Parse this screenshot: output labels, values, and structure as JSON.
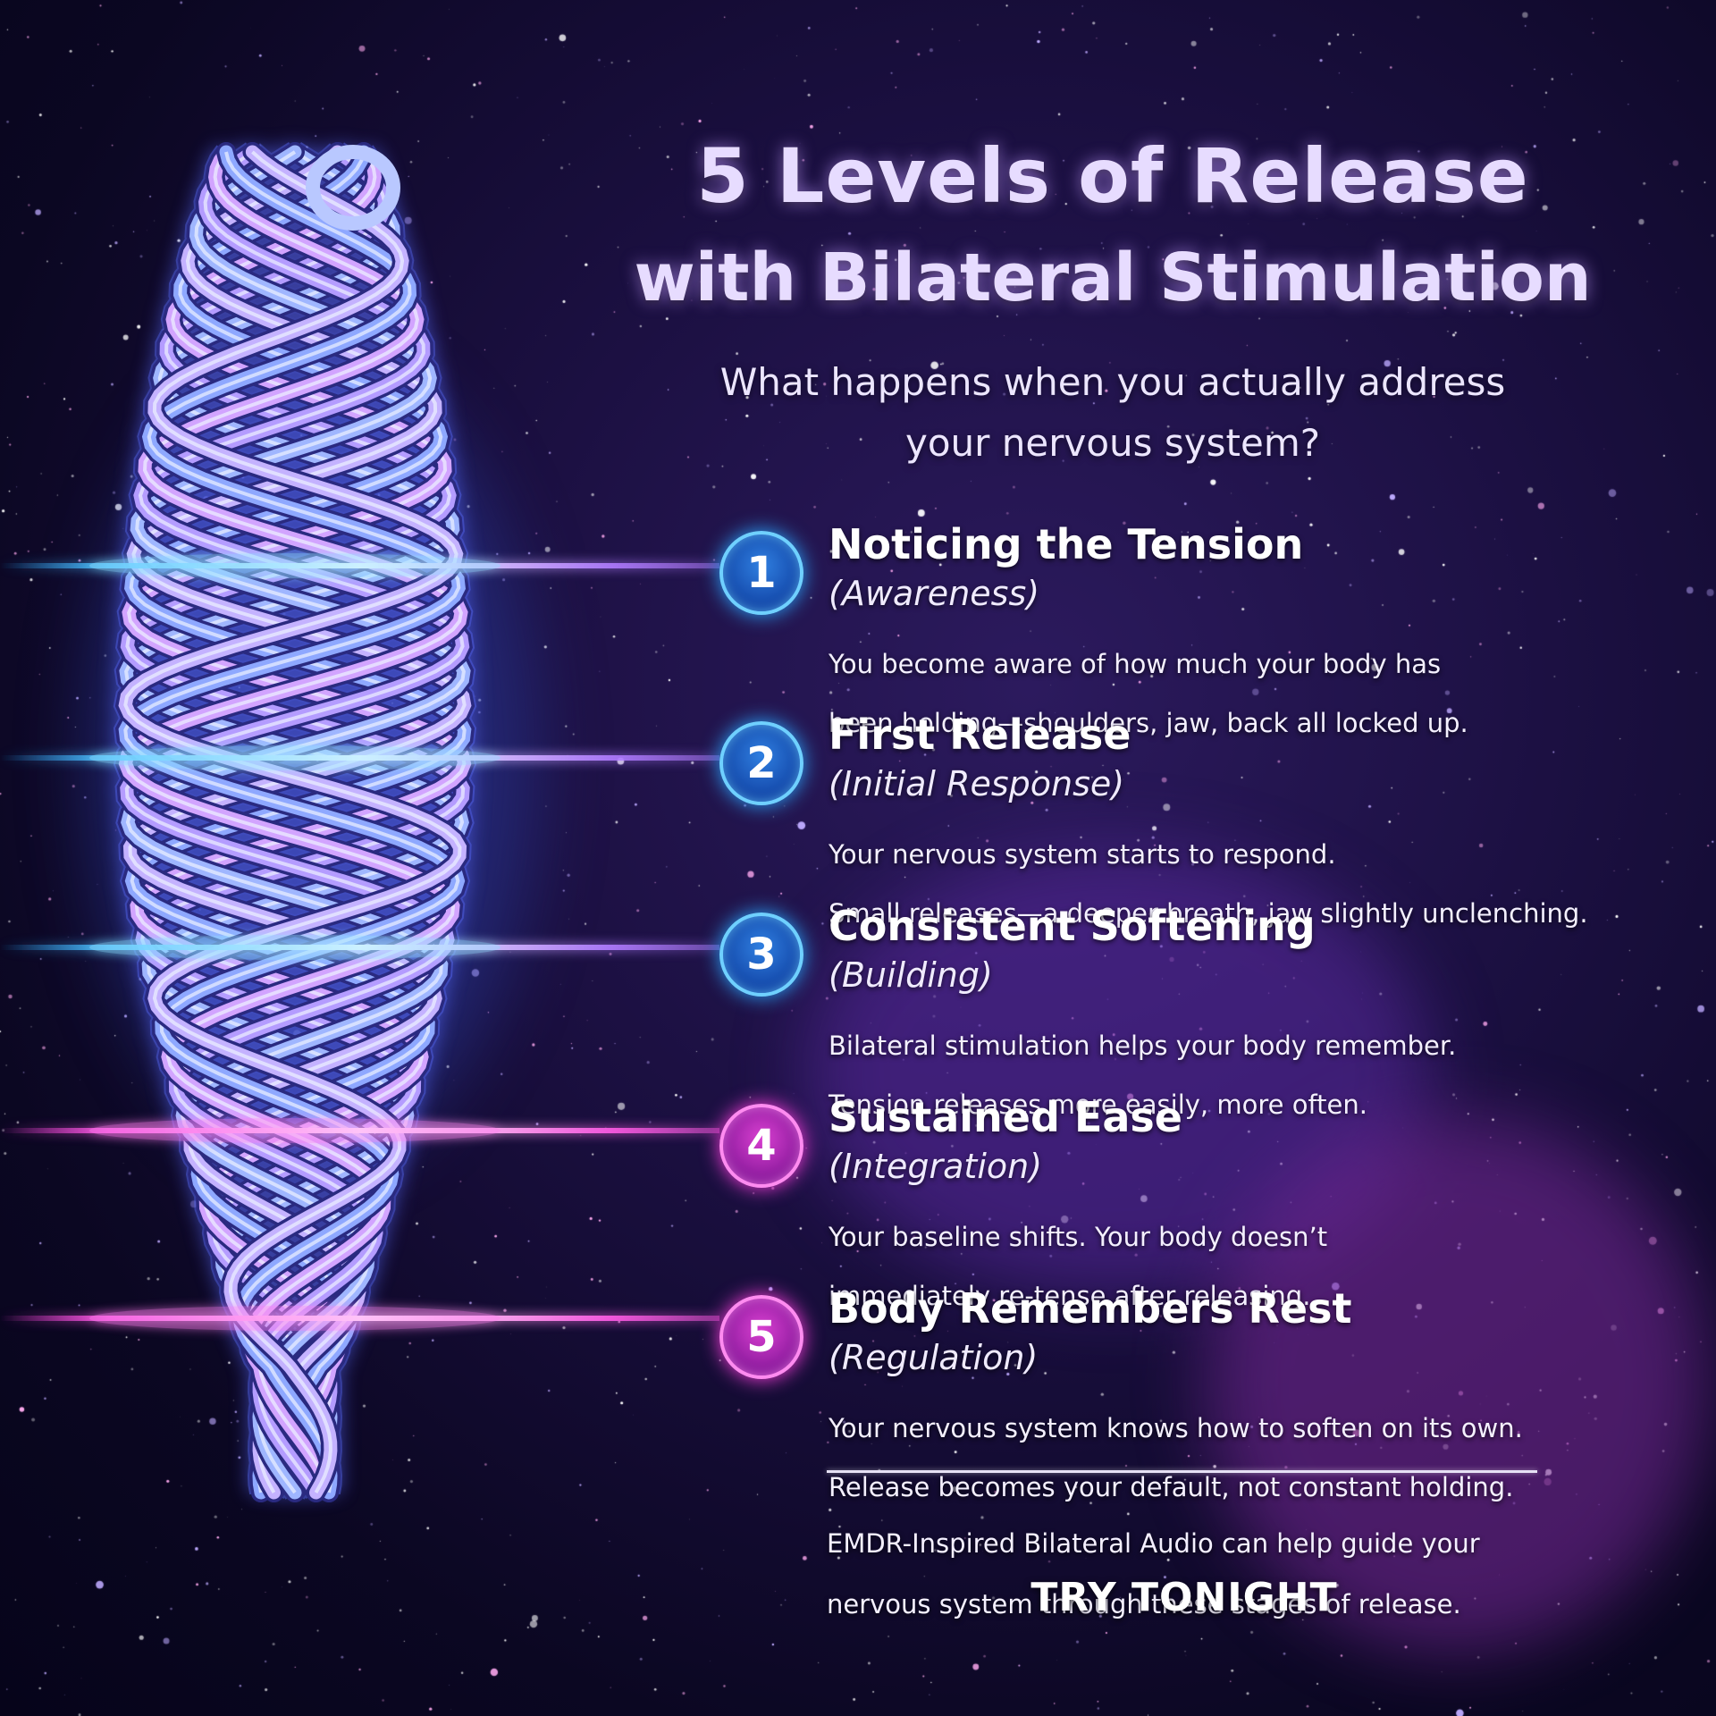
{
  "header": {
    "title_line1": "5 Levels of Release",
    "title_line2": "with Bilateral Stimulation",
    "subtitle_line1": "What happens when you actually address",
    "subtitle_line2": "your nervous system?"
  },
  "levels": [
    {
      "number": "1",
      "title": "Noticing the Tension",
      "subtitle": "(Awareness)",
      "description_line1": "You become aware of how much your body has",
      "description_line2": "been holding—shoulders, jaw, back all locked up.",
      "badge_color": "blue"
    },
    {
      "number": "2",
      "title": "First Release",
      "subtitle": "(Initial Response)",
      "description_line1": "Your nervous system starts to respond.",
      "description_line2": "Small releases—a deeper breath, jaw slightly unclenching.",
      "badge_color": "blue"
    },
    {
      "number": "3",
      "title": "Consistent Softening",
      "subtitle": "(Building)",
      "description_line1": "Bilateral stimulation helps your body remember.",
      "description_line2": "Tension releases more easily, more often.",
      "badge_color": "blue"
    },
    {
      "number": "4",
      "title": "Sustained Ease",
      "subtitle": "(Integration)",
      "description_line1": "Your baseline shifts. Your body doesn’t",
      "description_line2": "immediately re-tense after releasing.",
      "badge_color": "pink"
    },
    {
      "number": "5",
      "title": "Body Remembers Rest",
      "subtitle": "(Regulation)",
      "description_line1": "Your nervous system knows how to soften on its own.",
      "description_line2": "Release becomes your default, not constant holding.",
      "badge_color": "pink"
    }
  ],
  "footer": {
    "text_line1": "EMDR-Inspired Bilateral Audio can help guide your",
    "text_line2": "nervous system through these stages of release.",
    "cta": "TRY TONIGHT"
  },
  "colors": {
    "background": "#0b0722",
    "title": "#e7dcff",
    "glow_blue": "#2aa7ff",
    "glow_pink": "#ff3ee0",
    "braid_blue": "#8fb0ff",
    "braid_violet": "#c39cff"
  },
  "illustration": "braided-spine-illustration"
}
